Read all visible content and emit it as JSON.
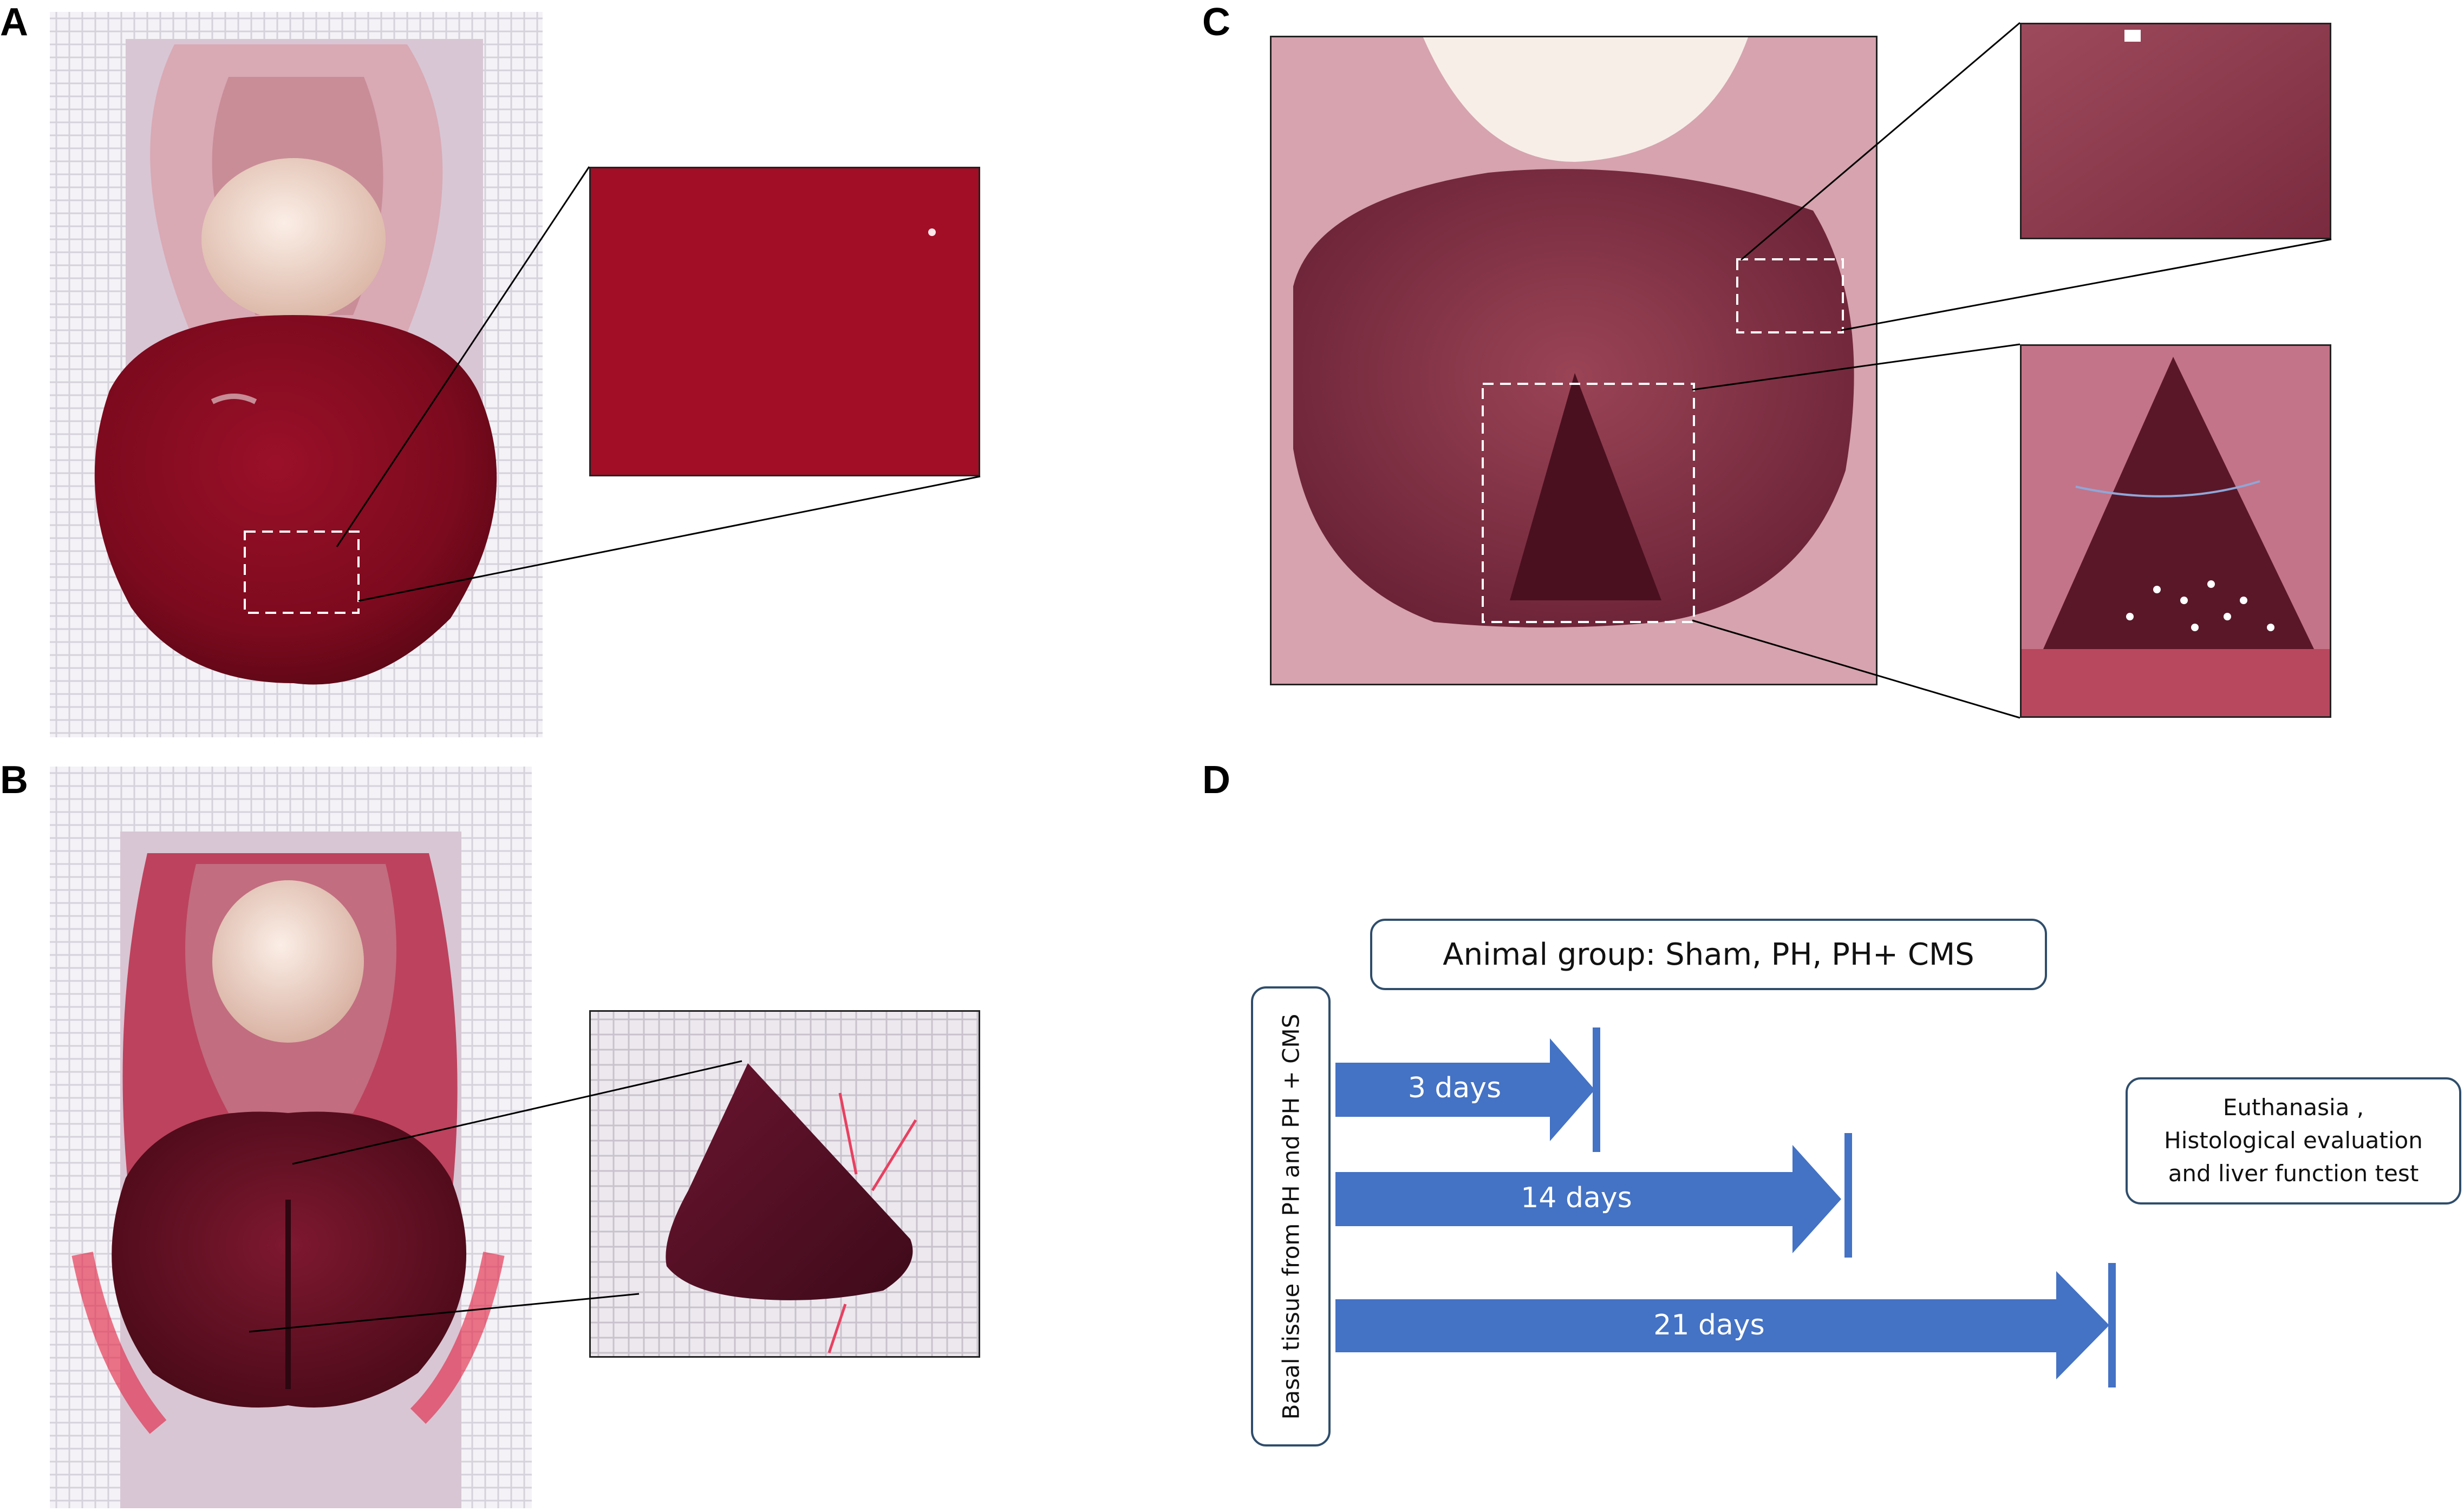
{
  "panels": {
    "a": "A",
    "b": "B",
    "c": "C",
    "d": "D"
  },
  "timeline": {
    "group_label": "Animal group: Sham, PH,  PH+ CMS",
    "basal_label": "Basal tissue from PH and PH + CMS",
    "arrows": [
      {
        "label": "3 days"
      },
      {
        "label": "14 days"
      },
      {
        "label": "21 days"
      }
    ],
    "outcome_label_lines": [
      "Euthanasia ,",
      "Histological evaluation",
      "and liver function test"
    ],
    "arrow_color": "#4472c4",
    "box_border_color": "#2f4d6b"
  },
  "colors": {
    "liver_dark": "#7a0f20",
    "liver_deep": "#a20a26",
    "gauze": "#f2f0f4",
    "tissue_pink": "#d9a9b4"
  }
}
